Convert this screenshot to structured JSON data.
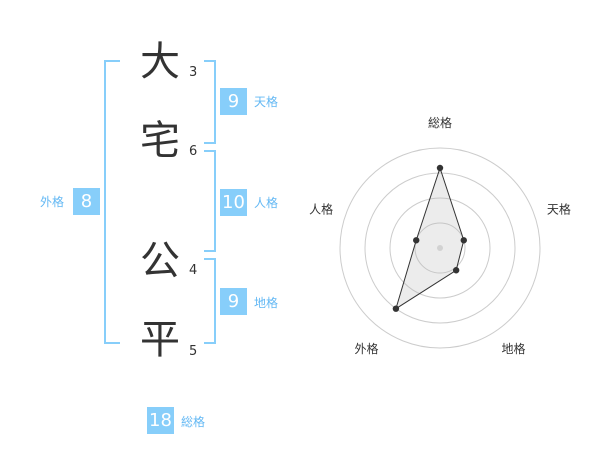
{
  "characters": [
    {
      "char": "大",
      "strokes": "3"
    },
    {
      "char": "宅",
      "strokes": "6"
    },
    {
      "char": "公",
      "strokes": "4"
    },
    {
      "char": "平",
      "strokes": "5"
    }
  ],
  "kakusu": {
    "tenkaku": {
      "value": "9",
      "label": "天格"
    },
    "jinkaku": {
      "value": "10",
      "label": "人格"
    },
    "chikaku": {
      "value": "9",
      "label": "地格"
    },
    "gaikaku": {
      "value": "8",
      "label": "外格"
    },
    "soukaku": {
      "value": "18",
      "label": "総格"
    }
  },
  "colors": {
    "accent": "#87cefa",
    "label": "#63b8f4",
    "text": "#333333",
    "grid": "#cccccc"
  },
  "chart_data": {
    "type": "radar",
    "axes": [
      "総格",
      "天格",
      "地格",
      "外格",
      "人格"
    ],
    "max": 4,
    "values": [
      3.2,
      1.0,
      1.1,
      3.0,
      1.0
    ]
  }
}
